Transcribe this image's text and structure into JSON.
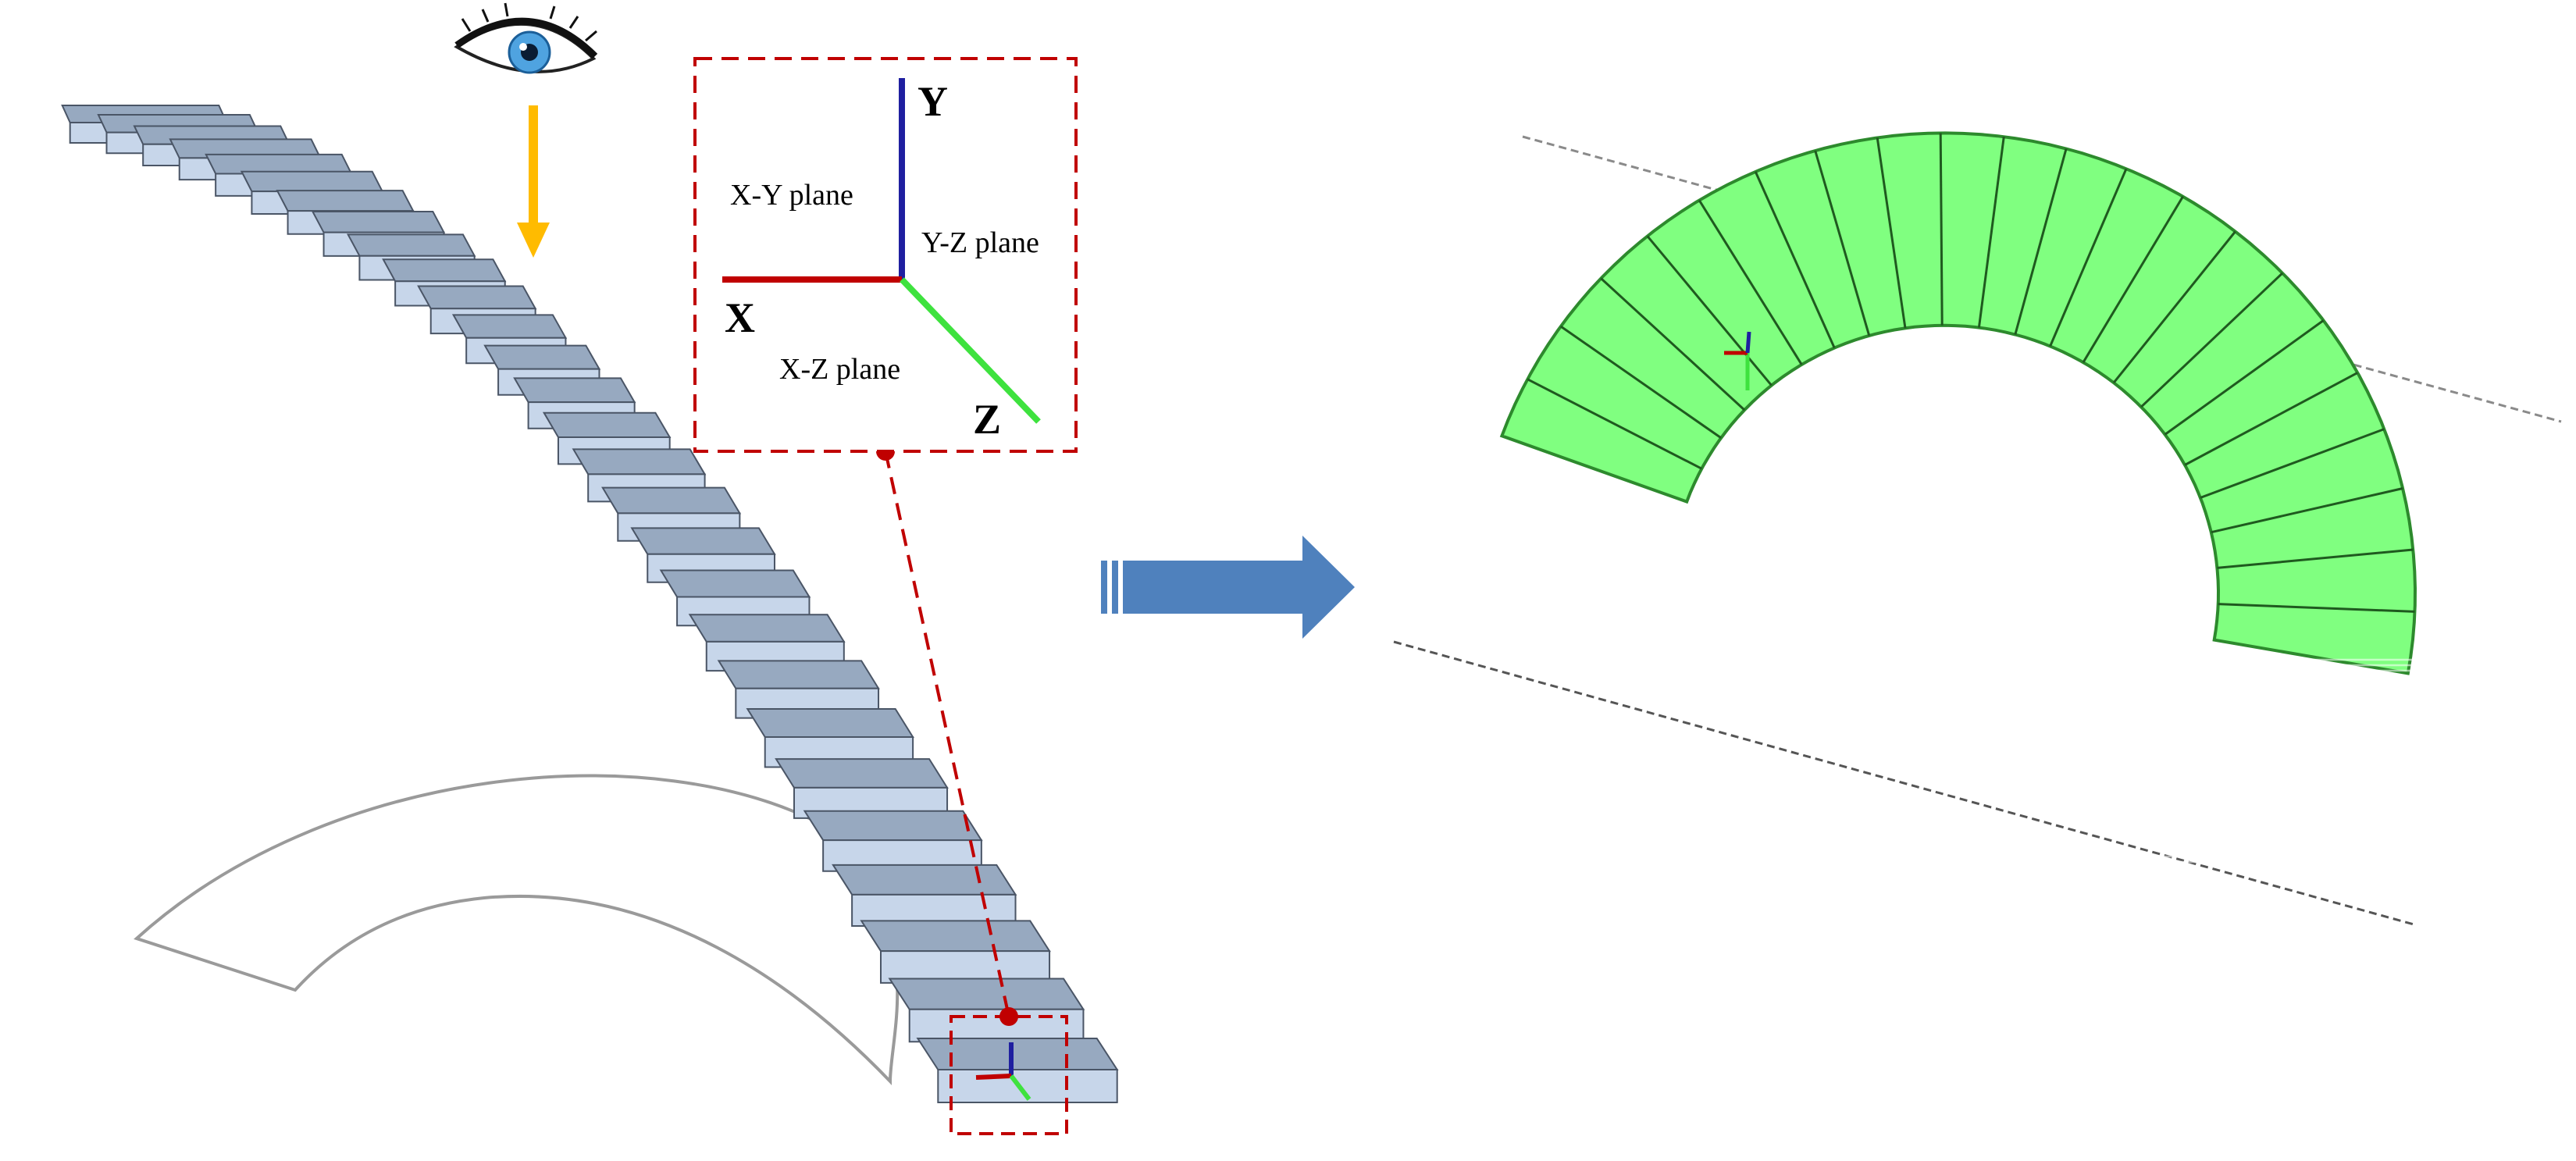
{
  "inset": {
    "axes": {
      "x": {
        "label": "X",
        "color": "#c00000"
      },
      "y": {
        "label": "Y",
        "color": "#1f1fa0"
      },
      "z": {
        "label": "Z",
        "color": "#3ee23e"
      }
    },
    "planes": {
      "xy": "X-Y plane",
      "yz": "Y-Z plane",
      "xz": "X-Z plane"
    },
    "border_color": "#c00000"
  },
  "staircase": {
    "step_count": 28,
    "tread_color": "#c7d6ea",
    "riser_color": "#97a9c0",
    "outline_color": "#4a5566"
  },
  "projection": {
    "segment_count": 22,
    "fill_color": "#80ff80",
    "edge_color": "#2d8a2d",
    "line_color": "#1f5a1f"
  },
  "viewer": {
    "eye_icon": "eye-icon",
    "arrow_color": "#ffbb00"
  },
  "transform_arrow_color": "#4f81bd"
}
